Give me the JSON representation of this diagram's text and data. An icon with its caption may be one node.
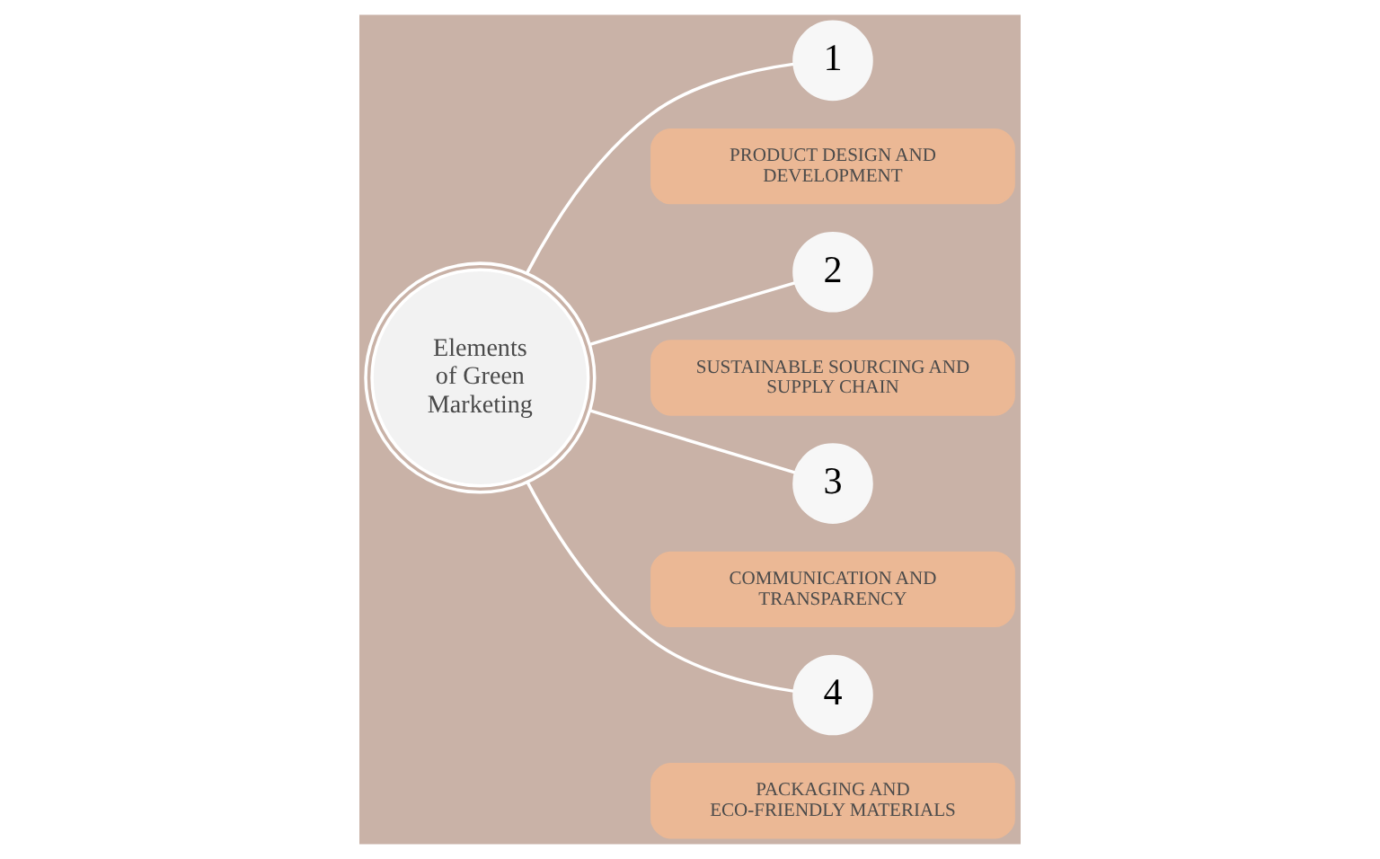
{
  "diagram": {
    "nodes": [
      {
        "text": [
          "Elements of Green Marketing"
        ]
      },
      {
        "text": [
          "1"
        ]
      },
      {
        "text": [
          "PRODUCT DESIGN AND DEVELOPMENT"
        ]
      },
      {
        "text": [
          "2"
        ]
      },
      {
        "text": [
          "SUSTAINABLE SOURCING AND SUPPLY CHAIN"
        ]
      },
      {
        "text": [
          "3"
        ]
      },
      {
        "text": [
          "COMMUNICATION AND TRANSPARENCY"
        ]
      },
      {
        "text": [
          "4"
        ]
      },
      {
        "text": [
          "PACKAGING AND ECO-FRIENDLY MATERIALS"
        ]
      }
    ],
    "edges": [
      {
        "from": 0,
        "to": 1,
        "arrow": "none"
      },
      {
        "from": 0,
        "to": 3,
        "arrow": "none"
      },
      {
        "from": 0,
        "to": 5,
        "arrow": "none"
      },
      {
        "from": 0,
        "to": 7,
        "arrow": "none"
      }
    ]
  }
}
